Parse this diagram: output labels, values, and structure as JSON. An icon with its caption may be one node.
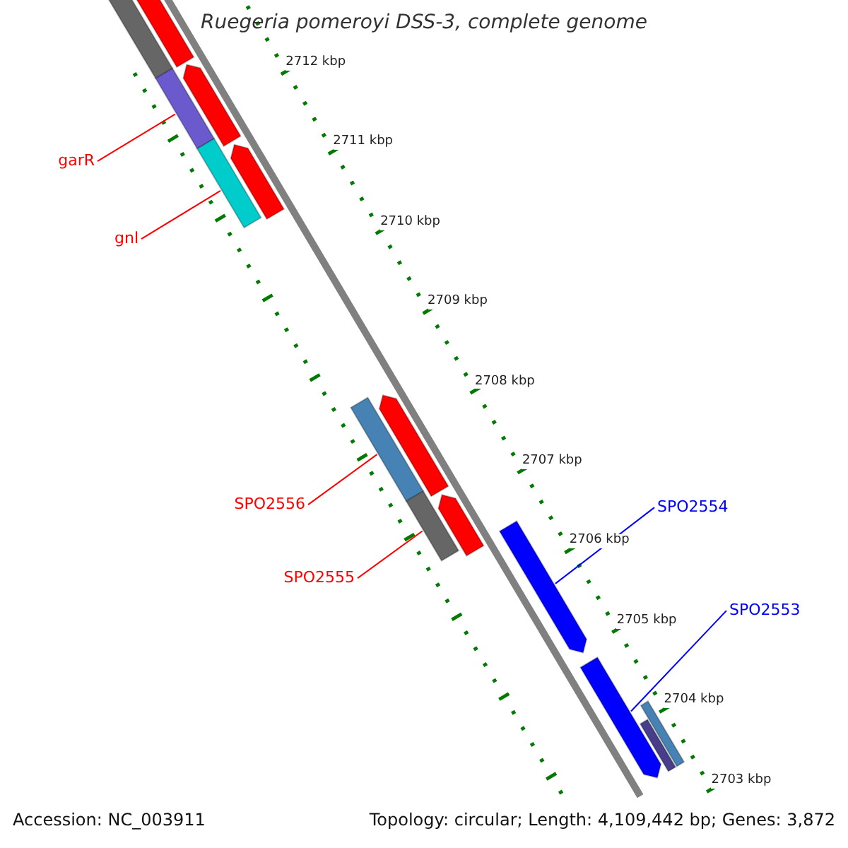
{
  "diagram": {
    "title": "Ruegeria pomeroyi DSS-3, complete genome",
    "nodes": [
      {
        "text": [
          "garR"
        ]
      },
      {
        "text": [],
        "shape": "bar"
      },
      {
        "text": [
          "gnl"
        ]
      },
      {
        "text": [],
        "shape": "bar"
      },
      {
        "text": [
          "SPO2556"
        ]
      },
      {
        "text": [],
        "shape": "bar"
      },
      {
        "text": [
          "SPO2555"
        ]
      },
      {
        "text": [],
        "shape": "bar"
      },
      {
        "text": [
          "SPO2554"
        ]
      },
      {
        "text": [],
        "shape": "bar"
      },
      {
        "text": [
          "SPO2553"
        ]
      },
      {
        "text": [],
        "shape": "bar"
      },
      {
        "text": [],
        "shape": "bar"
      },
      {
        "text": [],
        "shape": "bar"
      },
      {
        "text": [],
        "shape": "bar"
      },
      {
        "text": [],
        "shape": "bar"
      },
      {
        "text": [],
        "shape": "bar"
      },
      {
        "text": [],
        "shape": "bar"
      },
      {
        "text": [],
        "shape": "bar"
      },
      {
        "text": [],
        "shape": "bar"
      }
    ],
    "edges": [
      {
        "from": 0,
        "to": 1,
        "arrow": "none"
      },
      {
        "from": 2,
        "to": 3,
        "arrow": "none"
      },
      {
        "from": 4,
        "to": 5,
        "arrow": "none"
      },
      {
        "from": 6,
        "to": 7,
        "arrow": "none"
      },
      {
        "from": 8,
        "to": 9,
        "arrow": "none",
        "color": "#0000ff"
      },
      {
        "from": 10,
        "to": 11,
        "arrow": "none",
        "color": "#0000ff"
      }
    ],
    "labels": [
      "2712 kbp",
      "2711 kbp",
      "2710 kbp",
      "2709 kbp",
      "2708 kbp",
      "2707 kbp",
      "2706 kbp",
      "2705 kbp",
      "2704 kbp",
      "2703 kbp",
      "Accession: NC_003911",
      "Topology: circular; Length: 4,109,442 bp; Genes: 3,872"
    ]
  }
}
